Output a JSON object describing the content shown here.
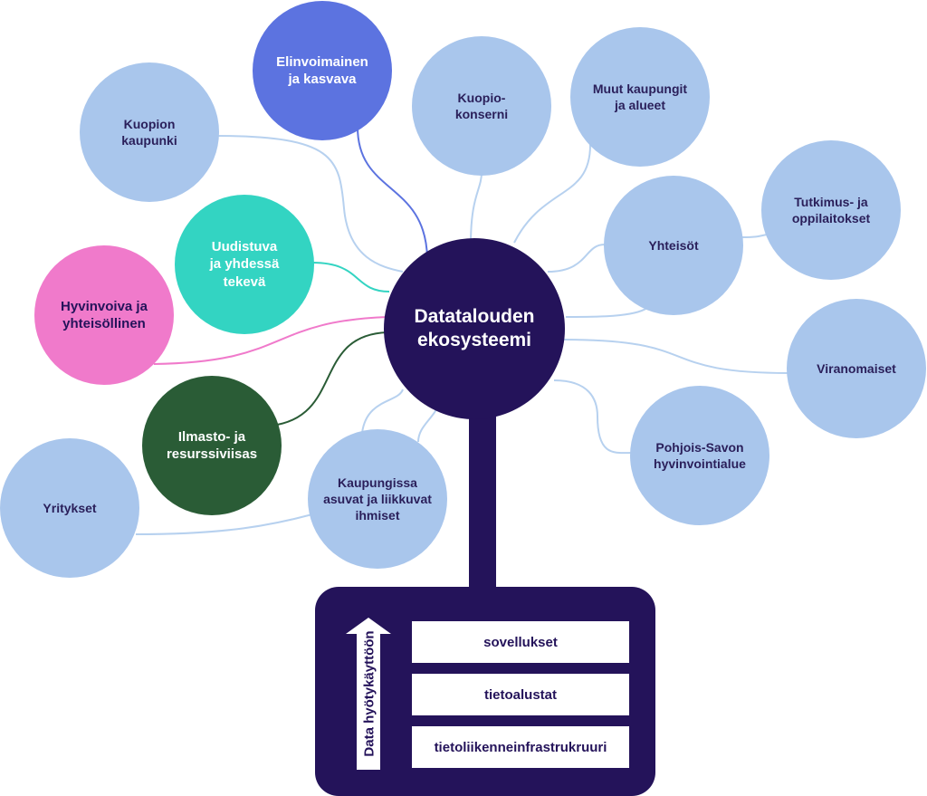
{
  "hub": {
    "label": "Datatalouden\nekosysteemi"
  },
  "nodes": {
    "elinvoimainen": "Elinvoimainen\nja kasvava",
    "kuopion_kaupunki": "Kuopion\nkaupunki",
    "kuopio_konserni": "Kuopio-\nkonserni",
    "muut_kaupungit": "Muut kaupungit\nja alueet",
    "tutkimus": "Tutkimus- ja\noppilaitokset",
    "yhteisot": "Yhteisöt",
    "uudistuva": "Uudistuva\nja yhdessä\ntekevä",
    "hyvinvoiva": "Hyvinvoiva ja\nyhteisöllinen",
    "viranomaiset": "Viranomaiset",
    "ilmasto": "Ilmasto- ja\nresurssiviisas",
    "pohjois_savon": "Pohjois-Savon\nhyvinvointialue",
    "kaupungissa": "Kaupungissa\nasuvat ja liikkuvat\nihmiset",
    "yritykset": "Yritykset"
  },
  "stack": {
    "arrow_label": "Data hyötykäyttöön",
    "layers": [
      "sovellukset",
      "tietoalustat",
      "tietoliikenneinfrastrukruuri"
    ]
  },
  "colors": {
    "hub": "#24135a",
    "light_node": "#a9c6ec",
    "elinvoimainen": "#5c73e0",
    "uudistuva": "#33d4c2",
    "hyvinvoiva": "#f07acb",
    "ilmasto": "#2a5c36"
  }
}
